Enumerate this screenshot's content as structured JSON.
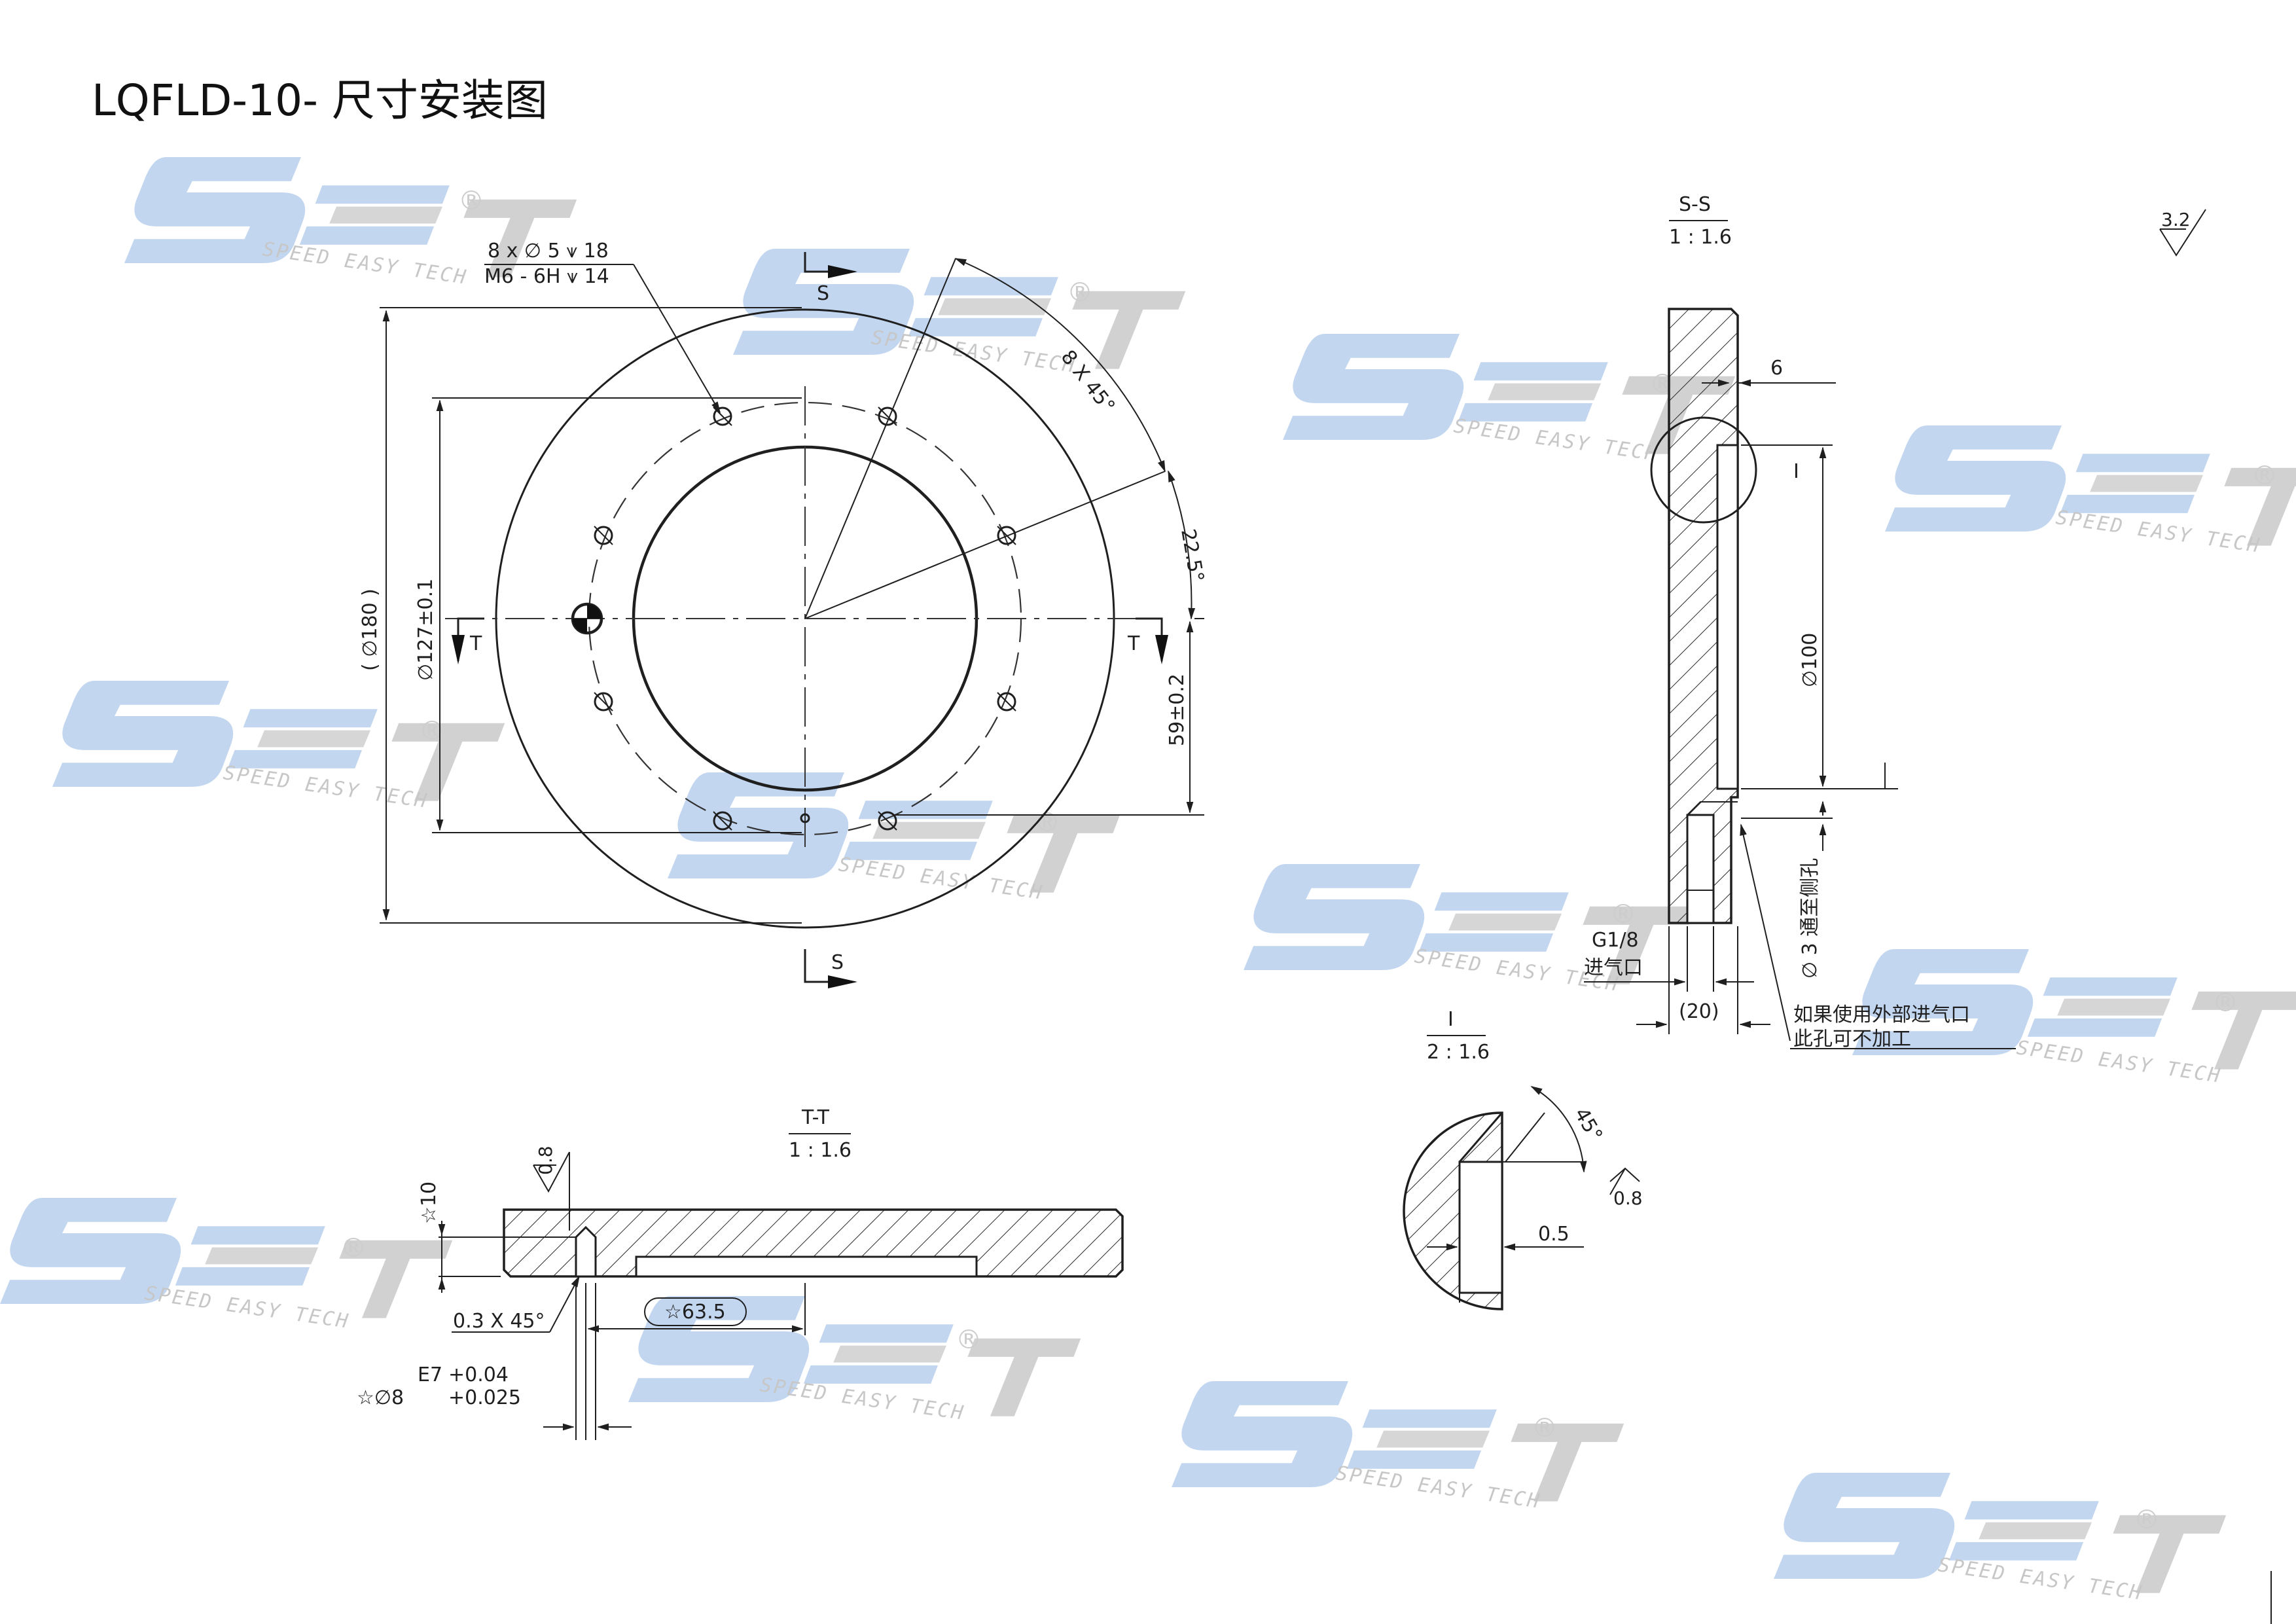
{
  "title": "LQFLD-10- 尺寸安装图",
  "watermark": {
    "logo": "SET",
    "reg": "®",
    "tagline": "SPEED EASY TECH",
    "logo_color": "#b8cfee",
    "text_color": "#c0c0c0"
  },
  "front_view": {
    "hole_callout_1": "8 x ∅ 5 ⩛ 18",
    "hole_callout_2": "M6 - 6H ⩛ 14",
    "angle_8x45": "8 X 45°",
    "angle_22_5": "22.5°",
    "dia_180": "( ∅180 )",
    "dia_127": "∅127±0.1",
    "dim_59": "59±0.2",
    "section_s": "S",
    "section_t": "T"
  },
  "section_ss": {
    "title": "S-S",
    "scale": "1 : 1.6",
    "dim_6": "6",
    "detail_label": "I",
    "dia_100": "∅100",
    "side_hole": "∅ 3 通至侧孔",
    "thread": "G1/8",
    "inlet": "进气口",
    "dim_20": "(20)",
    "note_line1": "如果使用外部进气口",
    "note_line2": "此孔可不加工"
  },
  "roughness": "3.2",
  "section_tt": {
    "title": "T-T",
    "scale": "1 : 1.6",
    "rough_08": "0.8",
    "depth_10": "☆10",
    "chamfer": "0.3 X 45°",
    "dia_63_5": "☆63.5",
    "tol_grade": "E7",
    "tol_upper": "+0.04",
    "tol_lower": "+0.025",
    "dia_8": "☆∅8"
  },
  "detail_i": {
    "title": "I",
    "scale": "2 : 1.6",
    "angle": "45°",
    "rough": "0.8",
    "dim_05": "0.5"
  }
}
